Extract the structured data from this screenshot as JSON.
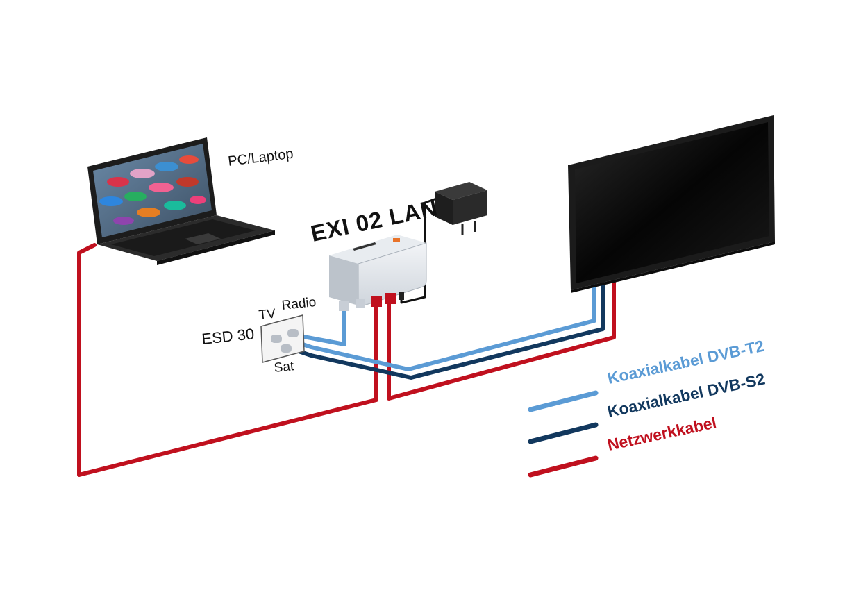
{
  "labels": {
    "laptop": "PC/Laptop",
    "device": "EXI 02 LAN",
    "socket": "ESD 30",
    "tv_port": "TV",
    "radio_port": "Radio",
    "sat_port": "Sat"
  },
  "legend": [
    {
      "label": "Koaxialkabel DVB-T2",
      "color": "#5b9bd5"
    },
    {
      "label": "Koaxialkabel DVB-S2",
      "color": "#12385e"
    },
    {
      "label": "Netzwerkkabel",
      "color": "#c0101e"
    }
  ],
  "colors": {
    "coax_t2": "#5b9bd5",
    "coax_s2": "#12385e",
    "network": "#c0101e",
    "power": "#111111"
  }
}
